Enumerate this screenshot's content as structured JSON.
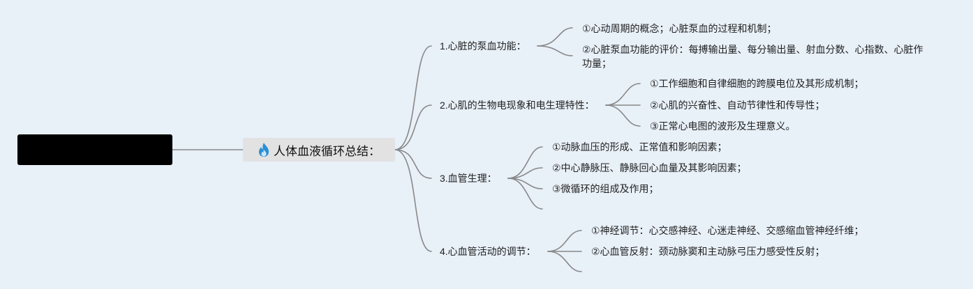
{
  "central_topic": {
    "icon": "fire-icon",
    "label": "人体血液循环总结："
  },
  "branches": [
    {
      "label": "1.心脏的泵血功能：",
      "items": [
        "①心动周期的概念；心脏泵血的过程和机制；",
        "②心脏泵血功能的评价：每搏输出量、每分输出量、射血分数、心指数、心脏作功量；"
      ]
    },
    {
      "label": "2.心肌的生物电现象和电生理特性：",
      "items": [
        "①工作细胞和自律细胞的跨膜电位及其形成机制；",
        "②心肌的兴奋性、自动节律性和传导性；",
        "③正常心电图的波形及生理意义。"
      ]
    },
    {
      "label": "3.血管生理：",
      "items": [
        "①动脉血压的形成、正常值和影响因素；",
        "②中心静脉压、静脉回心血量及其影响因素；",
        "③微循环的组成及作用；"
      ]
    },
    {
      "label": "4.心血管活动的调节：",
      "items": [
        "①神经调节：心交感神经、心迷走神经、交感缩血管神经纤维；",
        "②心血管反射：颈动脉窦和主动脉弓压力感受性反射；"
      ]
    }
  ],
  "colors": {
    "background": "#e8f0f8",
    "connector": "#888888",
    "root_box": "#000000",
    "central_box": "#e2e2e2",
    "icon_flame": "#2a8fd6"
  }
}
